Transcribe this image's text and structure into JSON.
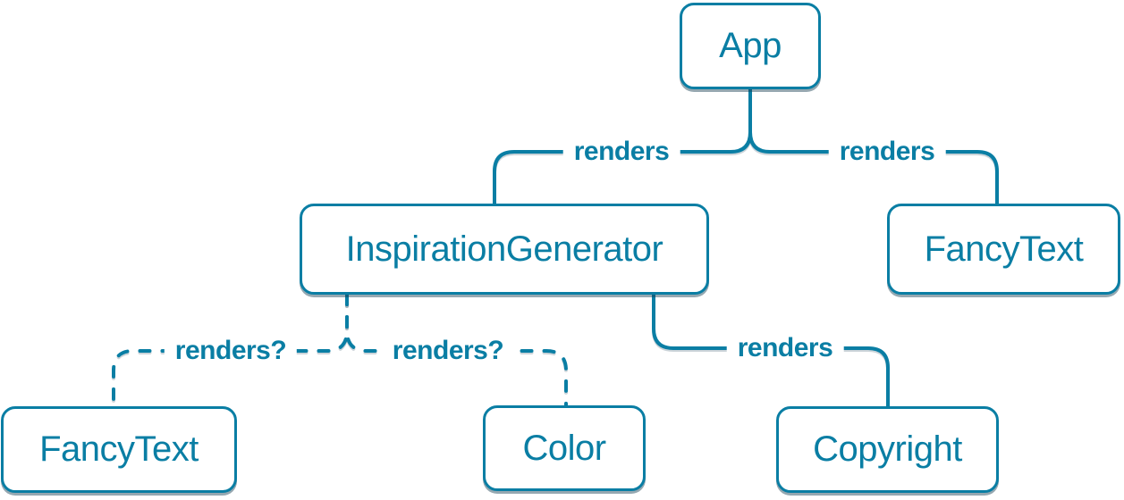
{
  "diagram": {
    "description": "React component render tree",
    "colors": {
      "accent": "#0a7ea4",
      "node_fill": "#ffffff",
      "background": "#ffffff",
      "shadow": "rgba(22,61,83,0.45)"
    },
    "nodes": [
      {
        "id": "app",
        "label": "App"
      },
      {
        "id": "inspiration-generator",
        "label": "InspirationGenerator"
      },
      {
        "id": "fancy-text-top",
        "label": "FancyText"
      },
      {
        "id": "fancy-text-bottom",
        "label": "FancyText"
      },
      {
        "id": "color",
        "label": "Color"
      },
      {
        "id": "copyright",
        "label": "Copyright"
      }
    ],
    "edges": [
      {
        "from": "app",
        "to": "inspiration-generator",
        "label": "renders",
        "style": "solid"
      },
      {
        "from": "app",
        "to": "fancy-text-top",
        "label": "renders",
        "style": "solid"
      },
      {
        "from": "inspiration-generator",
        "to": "fancy-text-bottom",
        "label": "renders?",
        "style": "dashed"
      },
      {
        "from": "inspiration-generator",
        "to": "color",
        "label": "renders?",
        "style": "dashed"
      },
      {
        "from": "inspiration-generator",
        "to": "copyright",
        "label": "renders",
        "style": "solid"
      }
    ]
  }
}
